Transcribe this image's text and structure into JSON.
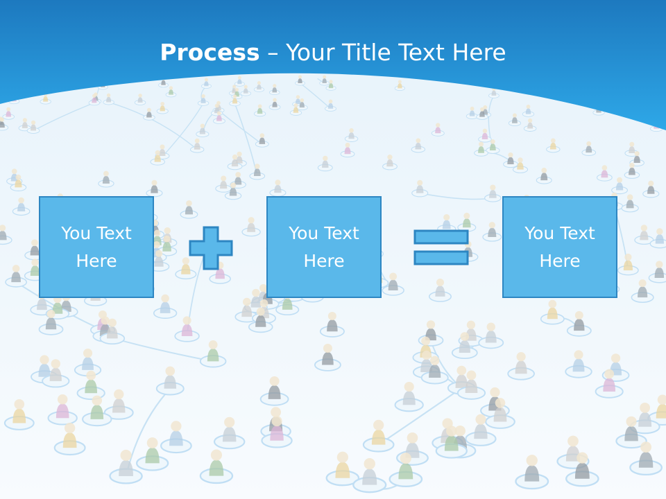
{
  "slide": {
    "title_bold": "Process",
    "title_rest": " – Your Title Text Here",
    "boxes": [
      {
        "line1": "You Text",
        "line2": "Here"
      },
      {
        "line1": "You Text",
        "line2": "Here"
      },
      {
        "line1": "You Text",
        "line2": "Here"
      }
    ],
    "operators": [
      "plus-icon",
      "equals-icon"
    ]
  },
  "colors": {
    "header_top": "#1d79bf",
    "header_bottom": "#2ea8e8",
    "box_fill": "#5ab8ea",
    "box_border": "#2d86c2",
    "network_line": "#a9d3ef"
  }
}
